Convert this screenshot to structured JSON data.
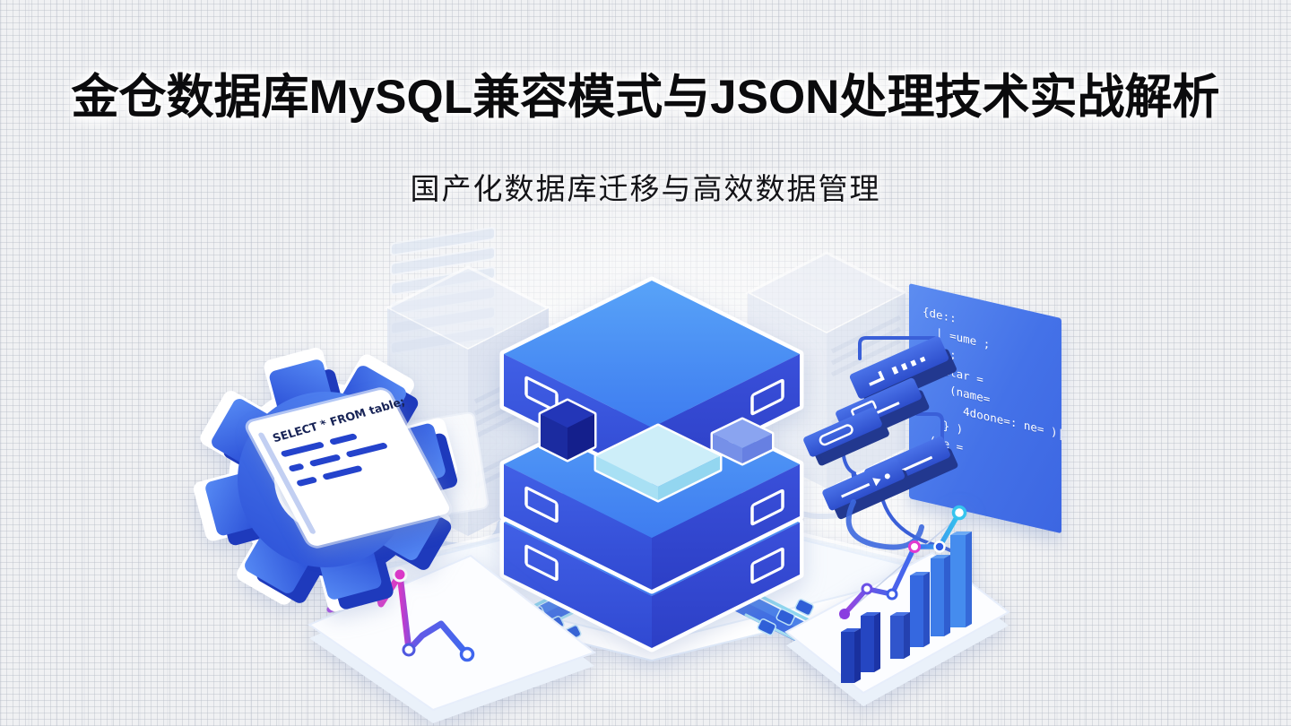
{
  "title": "金仓数据库MySQL兼容模式与JSON处理技术实战解析",
  "subtitle": "国产化数据库迁移与高效数据管理",
  "sql_card": {
    "query": "SELECT * FROM table;"
  },
  "code_panel": {
    "lines": [
      "{de::",
      "  | =ume ;",
      "  ( ;",
      "  delar =",
      "    (name=",
      "      4doone=: ne= )|",
      "   } )",
      " (De ="
    ]
  },
  "colors": {
    "background": "#f0f1f3",
    "title_text": "#0b0b0d",
    "accent_blue": "#3b6ae8",
    "deep_blue": "#2443cc",
    "sky_blue": "#4a97f5",
    "light_cyan": "#c8ecf8",
    "trace_cyan": "#8fd8f0",
    "chart_magenta": "#e034c8",
    "chart_purple": "#8b4fe0",
    "chart_cyan": "#38c8f0",
    "faded_server": "#d9e1f0"
  }
}
